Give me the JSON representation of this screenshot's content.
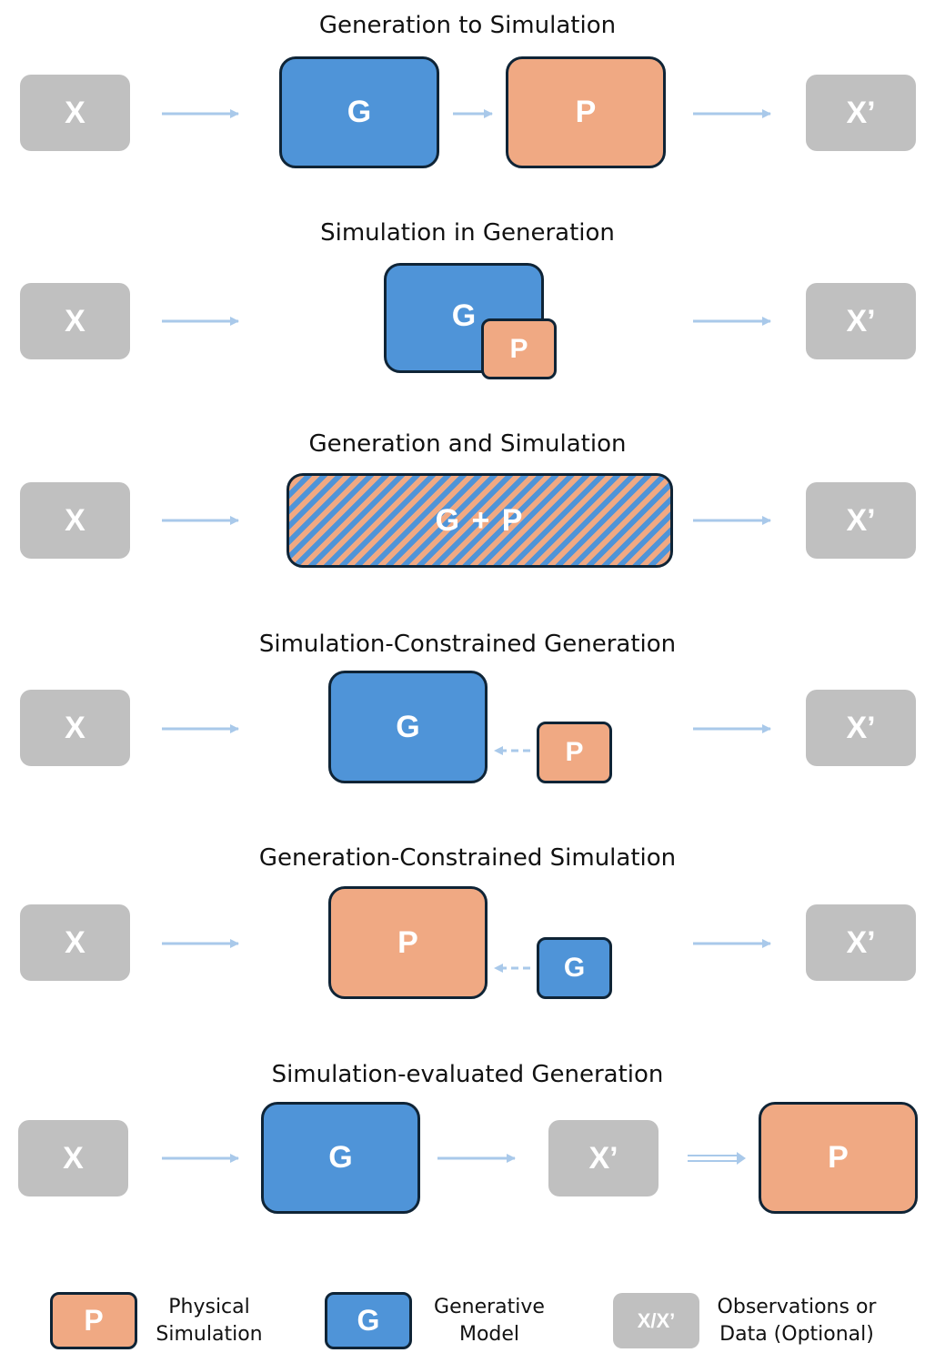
{
  "rows": [
    {
      "title": "Generation to Simulation",
      "x_in": "X",
      "g": "G",
      "p": "P",
      "x_out": "X’"
    },
    {
      "title": "Simulation in Generation",
      "x_in": "X",
      "g": "G",
      "p": "P",
      "x_out": "X’"
    },
    {
      "title": "Generation and Simulation",
      "x_in": "X",
      "gp": "G + P",
      "x_out": "X’"
    },
    {
      "title": "Simulation-Constrained Generation",
      "x_in": "X",
      "g": "G",
      "p": "P",
      "x_out": "X’"
    },
    {
      "title": "Generation-Constrained Simulation",
      "x_in": "X",
      "p": "P",
      "g": "G",
      "x_out": "X’"
    },
    {
      "title": "Simulation-evaluated Generation",
      "x_in": "X",
      "g": "G",
      "x_mid": "X’",
      "p": "P"
    }
  ],
  "legend": {
    "p_box": "P",
    "p_line1": "Physical",
    "p_line2": "Simulation",
    "g_box": "G",
    "g_line1": "Generative",
    "g_line2": "Model",
    "x_box": "X/X’",
    "x_line1": "Observations or",
    "x_line2": "Data (Optional)"
  },
  "colors": {
    "generative": "#4f94d8",
    "physical": "#f0a983",
    "data": "#c0c0c0",
    "arrow": "#a9c9ea",
    "border": "#0f2436"
  }
}
